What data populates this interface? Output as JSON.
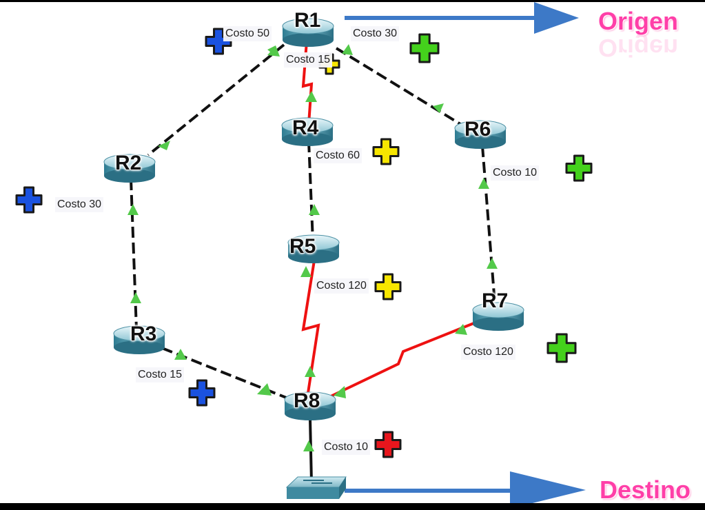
{
  "diagram": {
    "origin_label": "Origen",
    "destination_label": "Destino",
    "routers": [
      {
        "id": "R1",
        "label": "R1"
      },
      {
        "id": "R2",
        "label": "R2"
      },
      {
        "id": "R3",
        "label": "R3"
      },
      {
        "id": "R4",
        "label": "R4"
      },
      {
        "id": "R5",
        "label": "R5"
      },
      {
        "id": "R6",
        "label": "R6"
      },
      {
        "id": "R7",
        "label": "R7"
      },
      {
        "id": "R8",
        "label": "R8"
      }
    ],
    "costs": {
      "r1_r2": "Costo 50",
      "r1_r6": "Costo 30",
      "r1_r4": "Costo 15",
      "r2_r3": "Costo 30",
      "r4_r5": "Costo 60",
      "r6_r7": "Costo 10",
      "r5_r8": "Costo 120",
      "r7_r8": "Costo 120",
      "r3_r8": "Costo 15",
      "r8_switch": "Costo 10"
    },
    "colors": {
      "blue_path": "#1a52e0",
      "green_path": "#44d11c",
      "yellow_path": "#f7e600",
      "red_marker": "#e8161d",
      "serial_link": "#ee1111",
      "ethernet_link": "#111111",
      "arrow": "#3d79c7",
      "label_pink": "#ff3fa8",
      "triangle": "#53c94a"
    }
  }
}
